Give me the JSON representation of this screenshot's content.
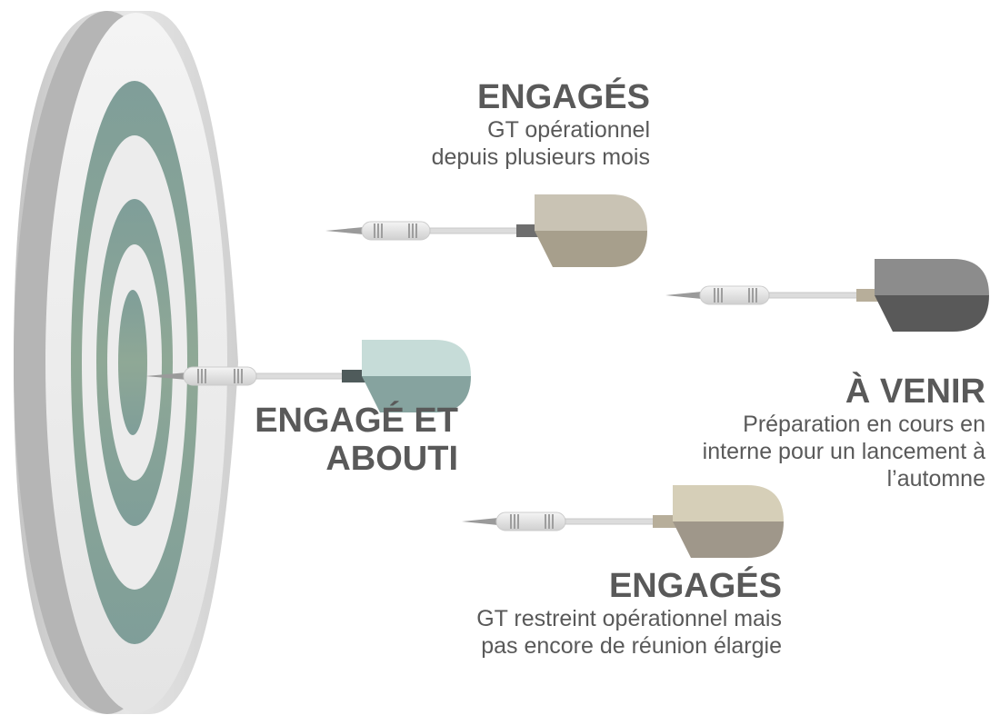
{
  "colors": {
    "text": "#595959",
    "ring": "#8aa39f",
    "board_face": "#f2f2f2",
    "board_side": "#b3b3b3"
  },
  "labels": {
    "top": {
      "title": "ENGAGÉS",
      "desc": "GT opérationnel depuis plusieurs mois"
    },
    "right": {
      "title": "À VENIR",
      "desc": "Préparation en cours en interne pour un lancement à l’automne"
    },
    "center": {
      "title": "ENGAGÉ ET ABOUTI"
    },
    "bottom": {
      "title": "ENGAGÉS",
      "desc": "GT restreint opérationnel mais pas encore de réunion élargie"
    }
  }
}
